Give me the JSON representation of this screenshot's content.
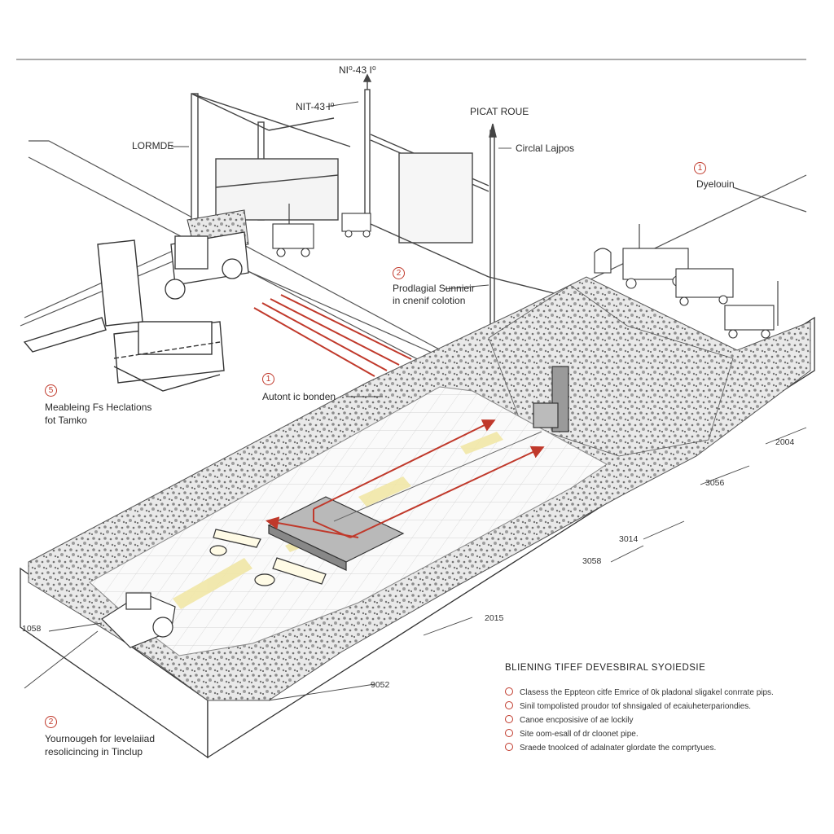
{
  "labels": {
    "top_mast": "NI⁰-43 I⁰",
    "crane_tag": "NIT-43 I⁰",
    "lodmde": "LORMDE",
    "picat": "PICAT ROUE",
    "circlal": "Circlal Lajpos",
    "dyelouin": "Dyelouin",
    "circle_1": "1",
    "prodlagial_line1": "Prodlagial Sunnieir",
    "prodlagial_line2": "in cnenif colotion",
    "circle_2": "2",
    "autont": "Autont ic bonden",
    "circle_3": "1",
    "meableing_line1": "Meableing Fs Heclations",
    "meableing_line2": "fot Tamko",
    "circle_4": "5",
    "younough_line1": "Yournougeh for levelaiiad",
    "younough_line2": "resolicincing in Tinclup",
    "circle_5": "2"
  },
  "dimensions": {
    "d1": "2004",
    "d2": "3056",
    "d3": "3014",
    "d4": "3058",
    "d5": "2015",
    "d6": "9052",
    "d7": "1058"
  },
  "legend": {
    "title": "BLIENING TIFEF DEVESBIRAL SYOIEDSIE",
    "items": [
      "Clasess the Eppteon citfe Emrice of 0k pladonal sligakel conrrate pips.",
      "Sinil tompolisted proudor tof shnsigaled of ecaiuheterpariondies.",
      "Canoe encposisive of ae lockily",
      "Site oom-esall of dr cloonet pipe.",
      "Sraede tnoolced of adalnater glordate the comprtyues."
    ]
  },
  "colors": {
    "accent": "#c0392b",
    "grid": "#cfcfcf",
    "highlight": "#f1e7a6",
    "gravel": "#8a8a8a"
  }
}
